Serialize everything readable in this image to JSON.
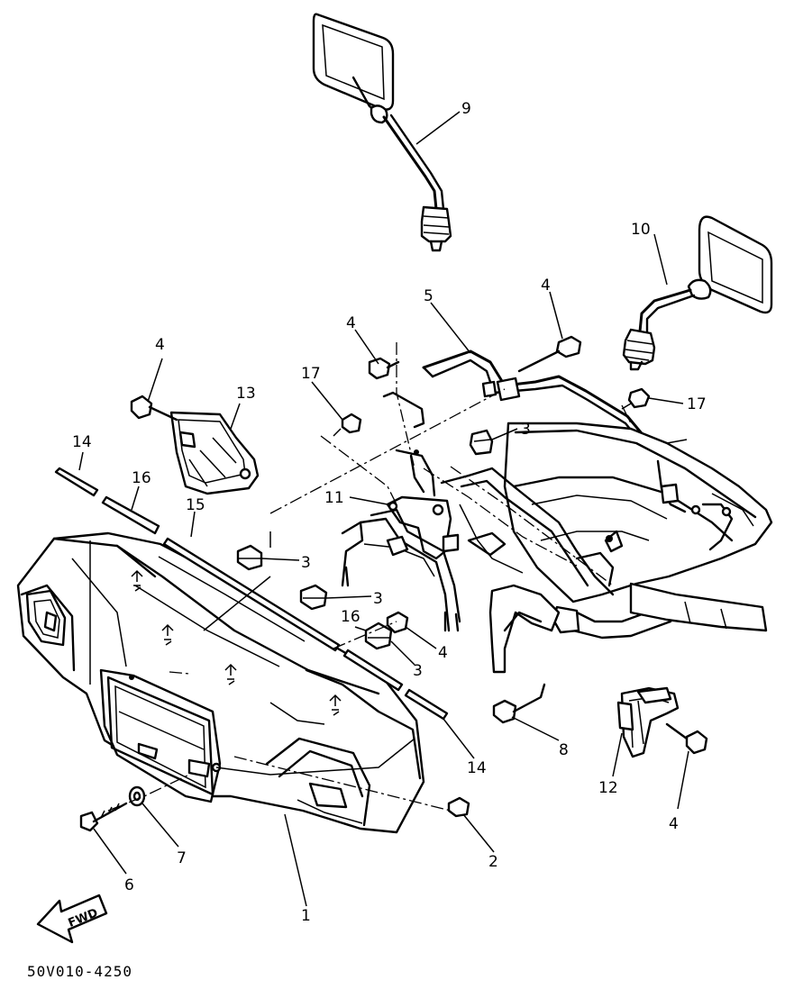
{
  "diagram": {
    "drawing_code": "50V010-4250",
    "direction_arrow_label": "FWD",
    "part_labels": {
      "p1": "1",
      "p2": "2",
      "p3a": "3",
      "p3b": "3",
      "p3c": "3",
      "p3d": "3",
      "p4a": "4",
      "p4b": "4",
      "p4c": "4",
      "p4d": "4",
      "p4e": "4",
      "p5": "5",
      "p6": "6",
      "p7": "7",
      "p8": "8",
      "p9": "9",
      "p10": "10",
      "p11": "11",
      "p12": "12",
      "p13": "13",
      "p14a": "14",
      "p14b": "14",
      "p15": "15",
      "p16a": "16",
      "p16b": "16",
      "p17a": "17",
      "p17b": "17"
    }
  }
}
